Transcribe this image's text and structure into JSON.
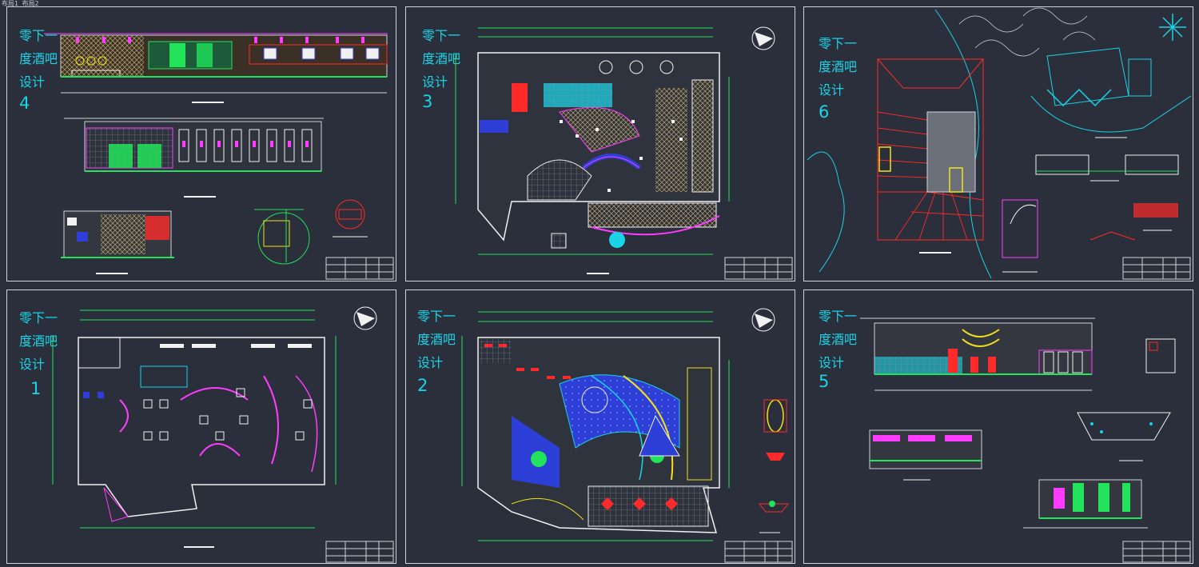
{
  "window": {
    "tab_label": "布局1  布局2"
  },
  "colors": {
    "background": "#2a2f3b",
    "frame": "#cfd3da",
    "cyan": "#19d3e6",
    "magenta": "#ff3cff",
    "green": "#22e35a",
    "red": "#ff2a2a",
    "yellow": "#f2e21a",
    "khaki": "#b9a36a",
    "blue": "#2e3fd8",
    "white": "#f1f1f1"
  },
  "sheets": [
    {
      "id": "sheet-4",
      "title": "零下一\n度酒吧\n设计",
      "number": "4"
    },
    {
      "id": "sheet-3",
      "title": "零下一\n度酒吧\n设计",
      "number": "3"
    },
    {
      "id": "sheet-6",
      "title": "零下一\n度酒吧\n设计",
      "number": "6"
    },
    {
      "id": "sheet-1",
      "title": "零下一\n度酒吧\n设计",
      "number": "1"
    },
    {
      "id": "sheet-2",
      "title": "零下一\n度酒吧\n设计",
      "number": "2"
    },
    {
      "id": "sheet-5",
      "title": "零下一\n度酒吧\n设计",
      "number": "5"
    }
  ]
}
